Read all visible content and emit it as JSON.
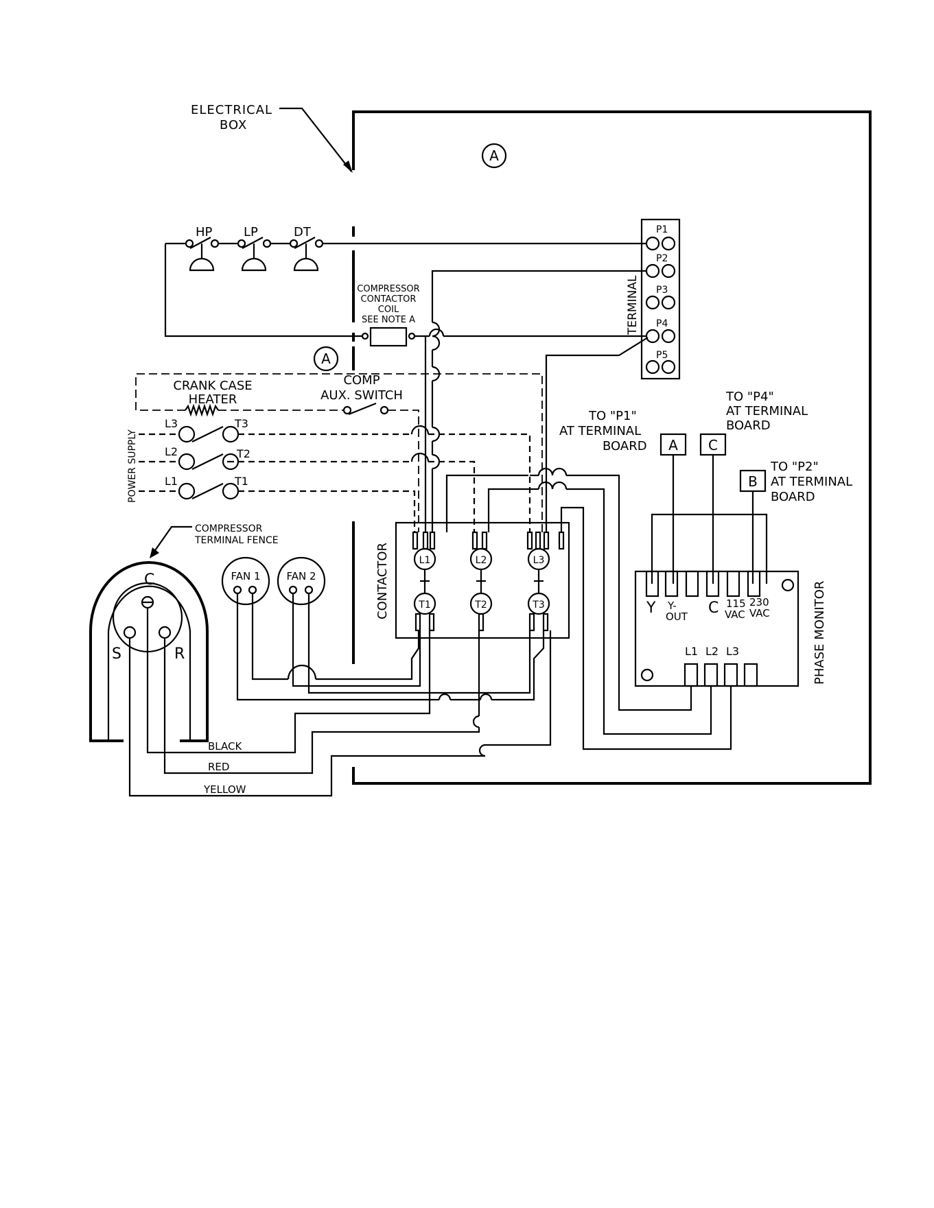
{
  "labels": {
    "electrical_box": [
      "ELECTRICAL",
      "BOX"
    ],
    "marker_a": "A",
    "hp": "HP",
    "lp": "LP",
    "dt": "DT",
    "coil": [
      "COMPRESSOR",
      "CONTACTOR",
      "COIL",
      "SEE NOTE A"
    ],
    "terminal": "TERMINAL",
    "pins": [
      "P1",
      "P2",
      "P3",
      "P4",
      "P5"
    ],
    "crank_case_heater": [
      "CRANK CASE",
      "HEATER"
    ],
    "comp_aux_switch": [
      "COMP",
      "AUX. SWITCH"
    ],
    "power_supply": "POWER SUPPLY",
    "line_labels": [
      "L3",
      "T3",
      "L2",
      "T2",
      "L1",
      "T1"
    ],
    "to_p1": [
      "TO \"P1\"",
      "AT TERMINAL",
      "BOARD"
    ],
    "to_p4": [
      "TO \"P4\"",
      "AT TERMINAL",
      "BOARD"
    ],
    "to_p2": [
      "TO \"P2\"",
      "AT TERMINAL",
      "BOARD"
    ],
    "box_a": "A",
    "box_c": "C",
    "box_b": "B",
    "compressor_fence": [
      "COMPRESSOR",
      "TERMINAL FENCE"
    ],
    "compressor_terms": [
      "C",
      "S",
      "R"
    ],
    "fan1": "FAN 1",
    "fan2": "FAN 2",
    "contactor": "CONTACTOR",
    "contactor_terms": [
      "L1",
      "L2",
      "L3",
      "T1",
      "T2",
      "T3"
    ],
    "phase_monitor": "PHASE MONITOR",
    "pm_y": "Y",
    "pm_yout": [
      "Y-",
      "OUT"
    ],
    "pm_c": "C",
    "pm_115": [
      "115",
      "VAC"
    ],
    "pm_230": [
      "230",
      "VAC"
    ],
    "pm_lines": [
      "L1",
      "L2",
      "L3"
    ],
    "wire_colors": [
      "BLACK",
      "RED",
      "YELLOW"
    ]
  }
}
